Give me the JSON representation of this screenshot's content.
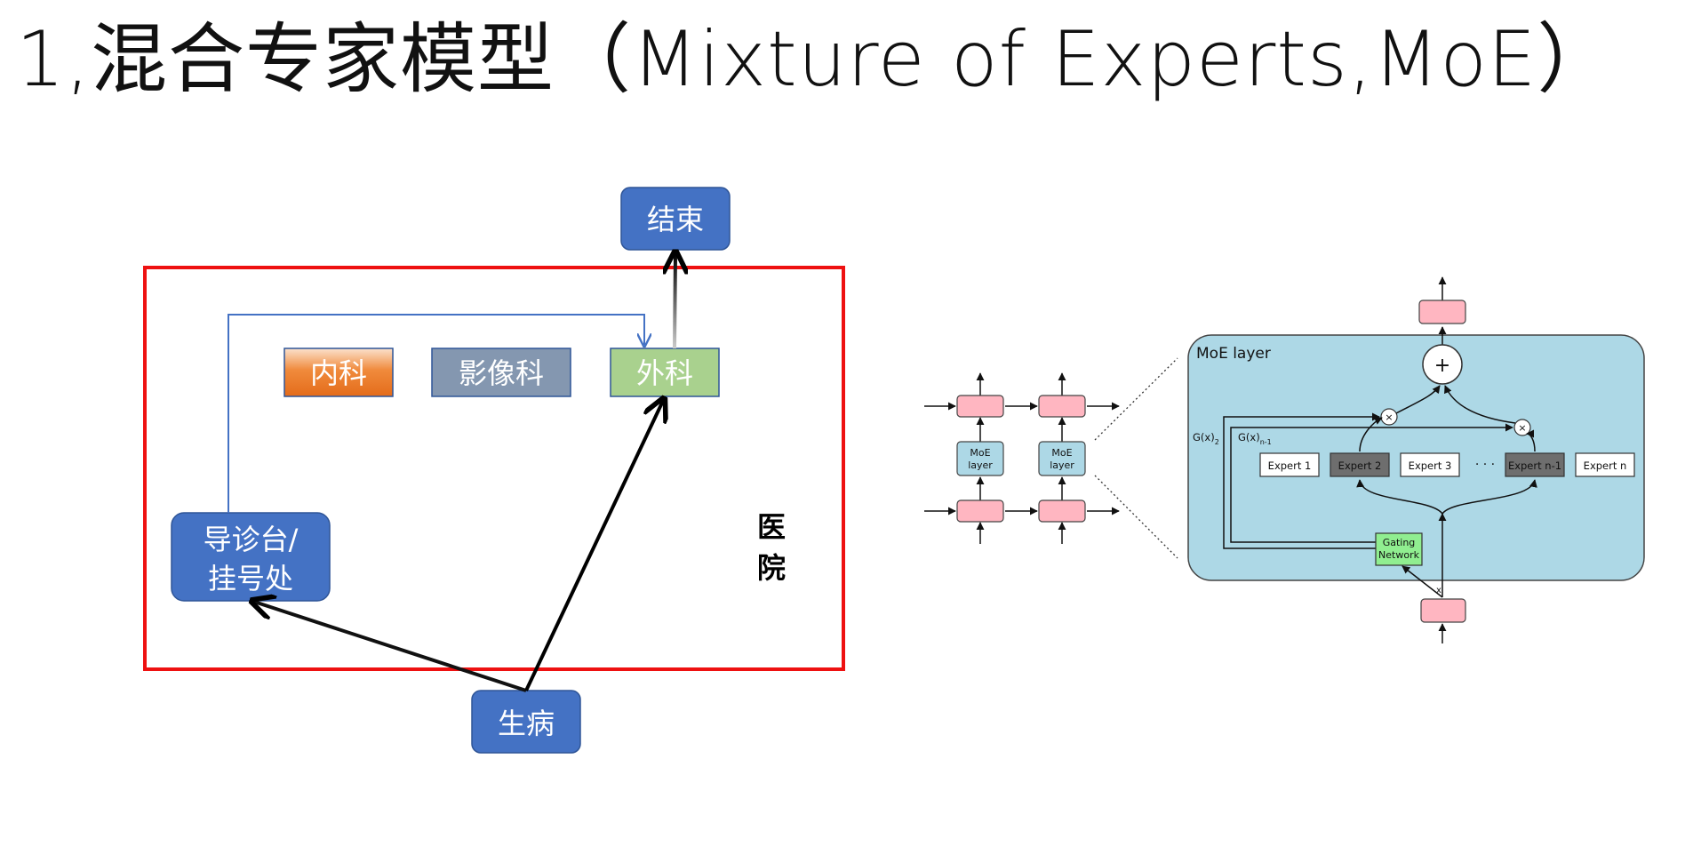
{
  "title": "1,混合专家模型（Mixture of Experts,MoE）",
  "hospital_diagram": {
    "end_node": "结束",
    "sick_node": "生病",
    "triage_line1": "导诊台/",
    "triage_line2": "挂号处",
    "dept_internal": "内科",
    "dept_imaging": "影像科",
    "dept_surgery": "外科",
    "hospital_char1": "医",
    "hospital_char2": "院",
    "colors": {
      "node_blue": "#4472C4",
      "hospital_border": "#EE1111",
      "internal_orange": "#E46C1A",
      "imaging_gray": "#8497B0",
      "surgery_green": "#A9D18E"
    }
  },
  "moe_diagram": {
    "small_block_label1": "MoE",
    "small_block_label2": "layer",
    "layer_title": "MoE layer",
    "gate_label_2": "G(x)",
    "gate_sub_2": "2",
    "gate_label_n1": "G(x)",
    "gate_sub_n1": "n-1",
    "experts": [
      "Expert 1",
      "Expert 2",
      "Expert 3",
      "Expert n-1",
      "Expert n"
    ],
    "ellipsis": "· · ·",
    "gating_line1": "Gating",
    "gating_line2": "Network",
    "plus_symbol": "+",
    "multiply_symbol": "×",
    "input_label": "x",
    "colors": {
      "layer_bg": "#ADD8E6",
      "pink_block": "#FFB6C1",
      "selected_expert": "#6E6E6E",
      "gating_green": "#90EE90"
    }
  }
}
